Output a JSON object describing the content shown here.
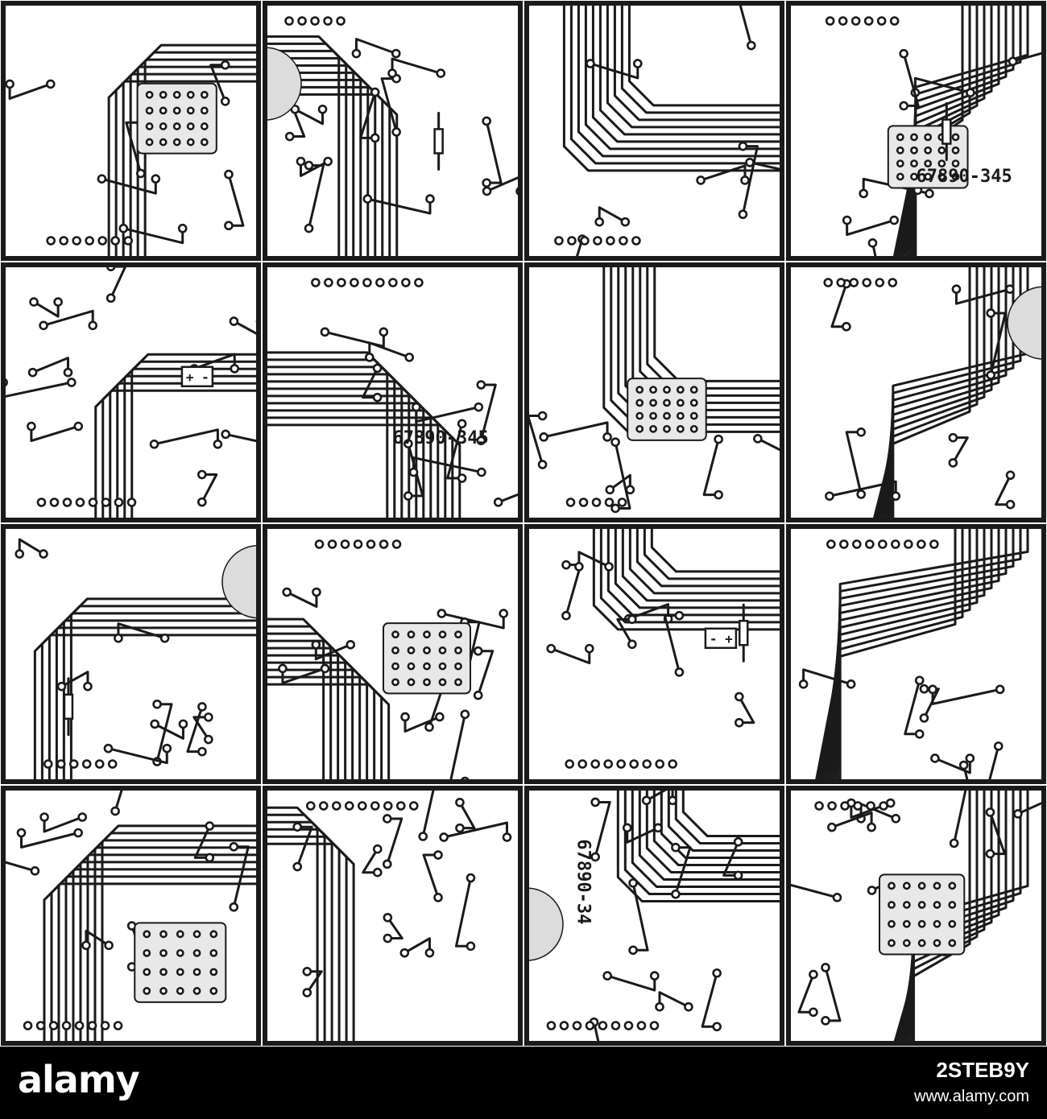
{
  "artwork": {
    "tile_grid": {
      "columns": 4,
      "rows": 4
    },
    "colors": {
      "trace": "#1a1a1a",
      "board": "#ffffff",
      "shade": "#dcdcdc"
    },
    "silkscreen_labels": [
      "67890-345",
      "67890-345",
      "67890-345",
      "67890-34"
    ],
    "polarity_marks": [
      "+ -",
      "-\n+"
    ]
  },
  "watermark_bar": {
    "brand": "alamy",
    "image_id": "2STEB9Y",
    "site": "www.alamy.com",
    "background": "#000000",
    "text_color": "#ffffff"
  }
}
